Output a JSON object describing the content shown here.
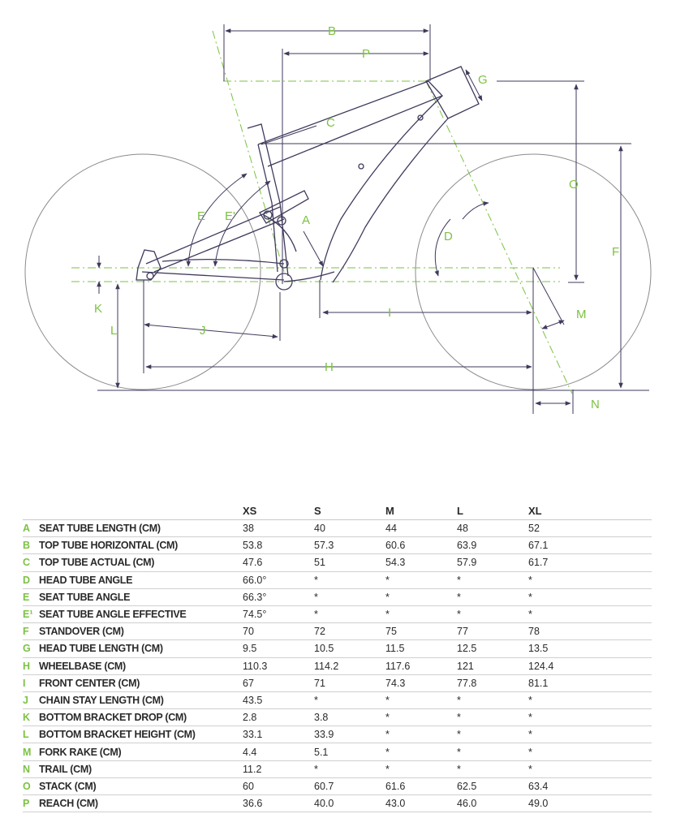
{
  "labels": {
    "A": "A",
    "B": "B",
    "C": "C",
    "D": "D",
    "E": "E",
    "E1": "E'",
    "F": "F",
    "G": "G",
    "H": "H",
    "I": "I",
    "J": "J",
    "K": "K",
    "L": "L",
    "M": "M",
    "N": "N",
    "O": "O",
    "P": "P"
  },
  "colors": {
    "accent": "#7cc242",
    "frame": "#3f3a5c",
    "wheel": "#8a8a8a"
  },
  "table": {
    "headers": [
      "",
      "",
      "XS",
      "S",
      "M",
      "L",
      "XL"
    ],
    "rows": [
      {
        "letter": "A",
        "name": "SEAT TUBE LENGTH (CM)",
        "values": [
          "38",
          "40",
          "44",
          "48",
          "52"
        ]
      },
      {
        "letter": "B",
        "name": "TOP TUBE HORIZONTAL (CM)",
        "values": [
          "53.8",
          "57.3",
          "60.6",
          "63.9",
          "67.1"
        ]
      },
      {
        "letter": "C",
        "name": "TOP TUBE ACTUAL (CM)",
        "values": [
          "47.6",
          "51",
          "54.3",
          "57.9",
          "61.7"
        ]
      },
      {
        "letter": "D",
        "name": "HEAD TUBE ANGLE",
        "values": [
          "66.0°",
          "*",
          "*",
          "*",
          "*"
        ]
      },
      {
        "letter": "E",
        "name": "SEAT TUBE ANGLE",
        "values": [
          "66.3°",
          "*",
          "*",
          "*",
          "*"
        ]
      },
      {
        "letter": "E¹",
        "name": "SEAT TUBE ANGLE EFFECTIVE",
        "values": [
          "74.5°",
          "*",
          "*",
          "*",
          "*"
        ]
      },
      {
        "letter": "F",
        "name": "STANDOVER (CM)",
        "values": [
          "70",
          "72",
          "75",
          "77",
          "78"
        ]
      },
      {
        "letter": "G",
        "name": "HEAD TUBE LENGTH (CM)",
        "values": [
          "9.5",
          "10.5",
          "11.5",
          "12.5",
          "13.5"
        ]
      },
      {
        "letter": "H",
        "name": "WHEELBASE (CM)",
        "values": [
          "110.3",
          "114.2",
          "117.6",
          "121",
          "124.4"
        ]
      },
      {
        "letter": "I",
        "name": "FRONT CENTER (CM)",
        "values": [
          "67",
          "71",
          "74.3",
          "77.8",
          "81.1"
        ]
      },
      {
        "letter": "J",
        "name": "CHAIN STAY LENGTH (CM)",
        "values": [
          "43.5",
          "*",
          "*",
          "*",
          "*"
        ]
      },
      {
        "letter": "K",
        "name": "BOTTOM BRACKET DROP (CM)",
        "values": [
          "2.8",
          "3.8",
          "*",
          "*",
          "*"
        ]
      },
      {
        "letter": "L",
        "name": "BOTTOM BRACKET HEIGHT (CM)",
        "values": [
          "33.1",
          "33.9",
          "*",
          "*",
          "*"
        ]
      },
      {
        "letter": "M",
        "name": "FORK RAKE (CM)",
        "values": [
          "4.4",
          "5.1",
          "*",
          "*",
          "*"
        ]
      },
      {
        "letter": "N",
        "name": "TRAIL (CM)",
        "values": [
          "11.2",
          "*",
          "*",
          "*",
          "*"
        ]
      },
      {
        "letter": "O",
        "name": "STACK (CM)",
        "values": [
          "60",
          "60.7",
          "61.6",
          "62.5",
          "63.4"
        ]
      },
      {
        "letter": "P",
        "name": "REACH (CM)",
        "values": [
          "36.6",
          "40.0",
          "43.0",
          "46.0",
          "49.0"
        ]
      }
    ]
  }
}
